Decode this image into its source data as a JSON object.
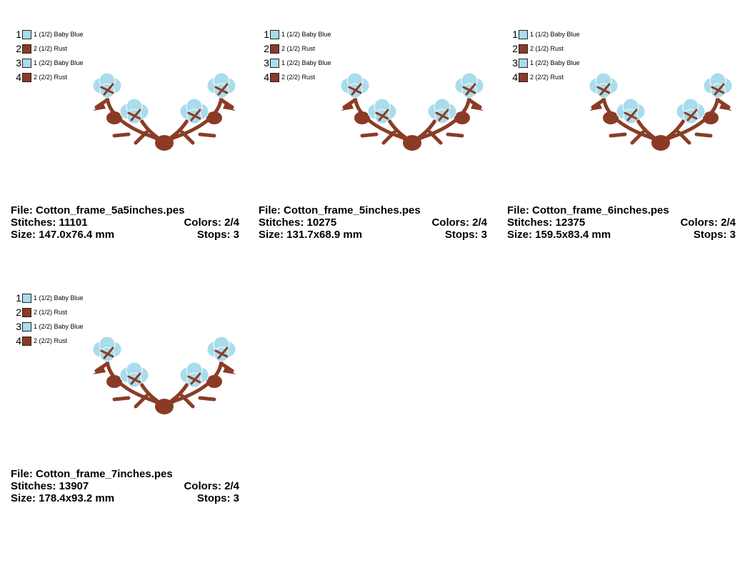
{
  "colors": {
    "baby_blue": "#a9dcec",
    "rust": "#8b3a26",
    "stem": "#8a3d26"
  },
  "cards": [
    {
      "swatches": [
        {
          "num": "1",
          "label": "1 (1/2) Baby Blue",
          "color": "#a9dcec"
        },
        {
          "num": "2",
          "label": "2 (1/2) Rust",
          "color": "#8b3a26"
        },
        {
          "num": "3",
          "label": "1 (2/2) Baby Blue",
          "color": "#a9dcec"
        },
        {
          "num": "4",
          "label": "2 (2/2) Rust",
          "color": "#8b3a26"
        }
      ],
      "file": "File: Cotton_frame_5a5inches.pes",
      "stitches": "Stitches: 11101",
      "colors": "Colors: 2/4",
      "size": "Size: 147.0x76.4 mm",
      "stops": "Stops: 3"
    },
    {
      "swatches": [
        {
          "num": "1",
          "label": "1 (1/2) Baby Blue",
          "color": "#a9dcec"
        },
        {
          "num": "2",
          "label": "2 (1/2) Rust",
          "color": "#8b3a26"
        },
        {
          "num": "3",
          "label": "1 (2/2) Baby Blue",
          "color": "#a9dcec"
        },
        {
          "num": "4",
          "label": "2 (2/2) Rust",
          "color": "#8b3a26"
        }
      ],
      "file": "File: Cotton_frame_5inches.pes",
      "stitches": "Stitches: 10275",
      "colors": "Colors: 2/4",
      "size": "Size: 131.7x68.9 mm",
      "stops": "Stops: 3"
    },
    {
      "swatches": [
        {
          "num": "1",
          "label": "1 (1/2) Baby Blue",
          "color": "#a9dcec"
        },
        {
          "num": "2",
          "label": "2 (1/2) Rust",
          "color": "#8b3a26"
        },
        {
          "num": "3",
          "label": "1 (2/2) Baby Blue",
          "color": "#a9dcec"
        },
        {
          "num": "4",
          "label": "2 (2/2) Rust",
          "color": "#8b3a26"
        }
      ],
      "file": "File: Cotton_frame_6inches.pes",
      "stitches": "Stitches: 12375",
      "colors": "Colors: 2/4",
      "size": "Size: 159.5x83.4 mm",
      "stops": "Stops: 3"
    },
    {
      "swatches": [
        {
          "num": "1",
          "label": "1 (1/2) Baby Blue",
          "color": "#a9dcec"
        },
        {
          "num": "2",
          "label": "2 (1/2) Rust",
          "color": "#8b3a26"
        },
        {
          "num": "3",
          "label": "1 (2/2) Baby Blue",
          "color": "#a9dcec"
        },
        {
          "num": "4",
          "label": "2 (2/2) Rust",
          "color": "#8b3a26"
        }
      ],
      "file": "File: Cotton_frame_7inches.pes",
      "stitches": "Stitches: 13907",
      "colors": "Colors: 2/4",
      "size": "Size: 178.4x93.2 mm",
      "stops": "Stops: 3"
    }
  ]
}
